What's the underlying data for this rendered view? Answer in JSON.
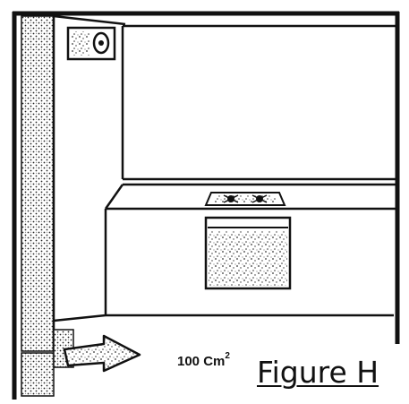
{
  "diagram": {
    "area_label": {
      "value": "100 Cm",
      "superscript": "2"
    },
    "caption": "Figure H"
  }
}
